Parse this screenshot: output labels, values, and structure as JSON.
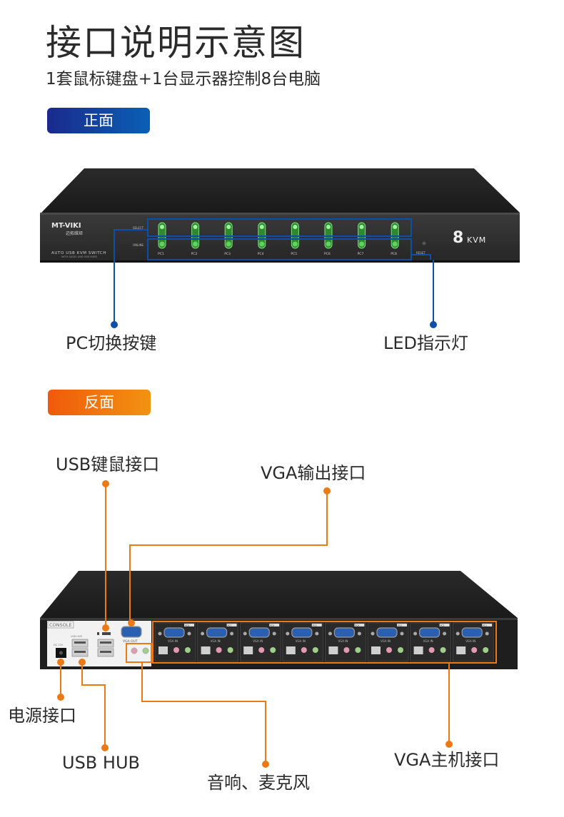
{
  "header": {
    "title": "接口说明示意图",
    "subtitle": "1套鼠标键盘+1台显示器控制8台电脑"
  },
  "front": {
    "badge": "正面",
    "brand": "MT-VIKI",
    "brand_cn": "迈拓维矩",
    "product_line1": "AUTO USB KVM SWITCH",
    "product_line2": "WITH AUDIO AND USB HUBS",
    "select_label": "SELECT",
    "online_label": "ONLINE",
    "ports": [
      "PC1",
      "PC2",
      "PC3",
      "PC4",
      "PC5",
      "PC6",
      "PC7",
      "PC8"
    ],
    "reset_label": "RESET",
    "model_number": "8",
    "model_text": "KVM",
    "callouts": {
      "pc_switch": "PC切换按键",
      "led": "LED指示灯"
    },
    "accent_color": "#0d4ea6"
  },
  "back": {
    "badge": "反面",
    "console_label": "CONSOLE",
    "dc_label": "DC 12V",
    "usb_hub_label": "USB HUB",
    "vga_out_label": "VGA OUT",
    "vga_in_label": "VGA IN",
    "host_ports": [
      "PC8",
      "PC7",
      "PC6",
      "PC5",
      "PC4",
      "PC3",
      "PC2",
      "PC1"
    ],
    "callouts": {
      "usb_km": "USB键鼠接口",
      "vga_out": "VGA输出接口",
      "power": "电源接口",
      "usb_hub": "USB HUB",
      "audio": "音响、麦克风",
      "vga_host": "VGA主机接口"
    },
    "accent_color": "#ec7a14"
  }
}
